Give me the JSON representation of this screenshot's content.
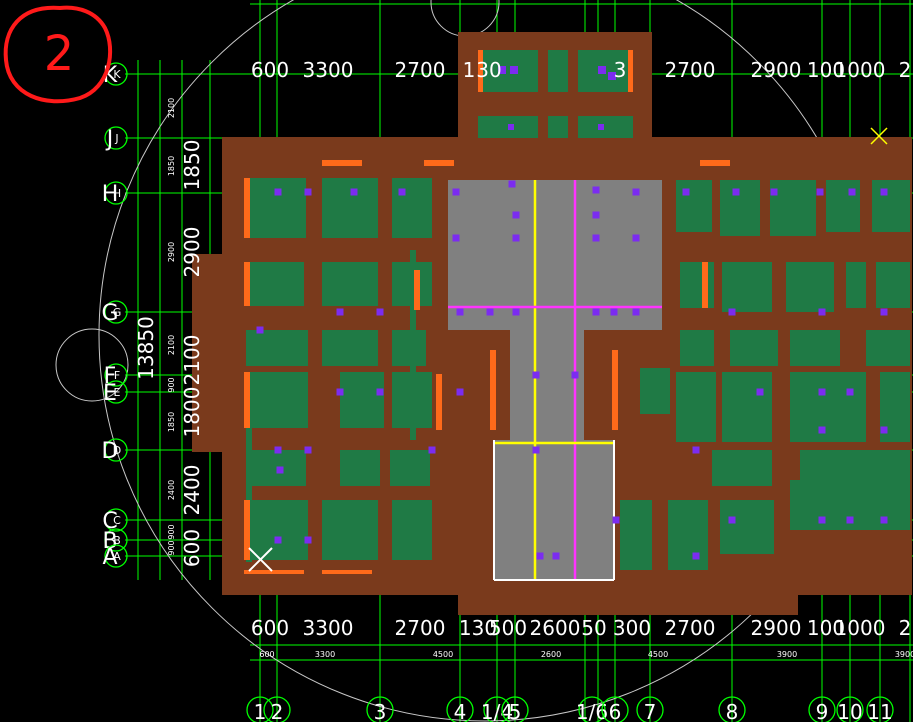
{
  "annotation": {
    "mark": "2",
    "color": "#ff1a1a"
  },
  "colors": {
    "background": "#000000",
    "grid": "#00ff00",
    "beam": "#7a3a1c",
    "slab": "#1f7a45",
    "core": "#808080",
    "column": "#7b2cf0",
    "edge": "#ff6a1a",
    "circle": "#c8c8c8",
    "yellow": "#ffff00",
    "magenta": "#ff33ff",
    "text": "#ffffff"
  },
  "top_dims": [
    "600",
    "3300",
    "2700",
    "1",
    "30",
    "3",
    "2700",
    "2900",
    "100",
    "1000",
    "2"
  ],
  "bottom_dims": [
    "600",
    "3300",
    "2700",
    "130",
    "500",
    "2600",
    "50",
    "300",
    "2700",
    "2900",
    "100",
    "1000",
    "2"
  ],
  "bottom_sub_dims": [
    "600",
    "3300",
    "4500",
    "2600",
    "4500",
    "3900",
    "3900"
  ],
  "left_dims_big": [
    "1850",
    "2900",
    "2100",
    "1800",
    "2400",
    "600"
  ],
  "left_overall": "13850",
  "left_dims_small": [
    "2100",
    "1850",
    "2900",
    "2100",
    "900",
    "1850",
    "2400",
    "900",
    "900"
  ],
  "row_axes": [
    {
      "big": "K",
      "small": "K"
    },
    {
      "big": "J",
      "small": "J"
    },
    {
      "big": "H",
      "small": "H"
    },
    {
      "big": "G",
      "small": "G"
    },
    {
      "big": "F",
      "small": "F"
    },
    {
      "big": "E",
      "small": "E"
    },
    {
      "big": "D",
      "small": "D"
    },
    {
      "big": "C",
      "small": "C"
    },
    {
      "big": "B",
      "small": "B"
    },
    {
      "big": "A",
      "small": "A"
    }
  ],
  "col_axes": [
    "1",
    "2",
    "3",
    "4",
    "1/4",
    "5",
    "1/6",
    "6",
    "7",
    "8",
    "9",
    "10",
    "11"
  ]
}
